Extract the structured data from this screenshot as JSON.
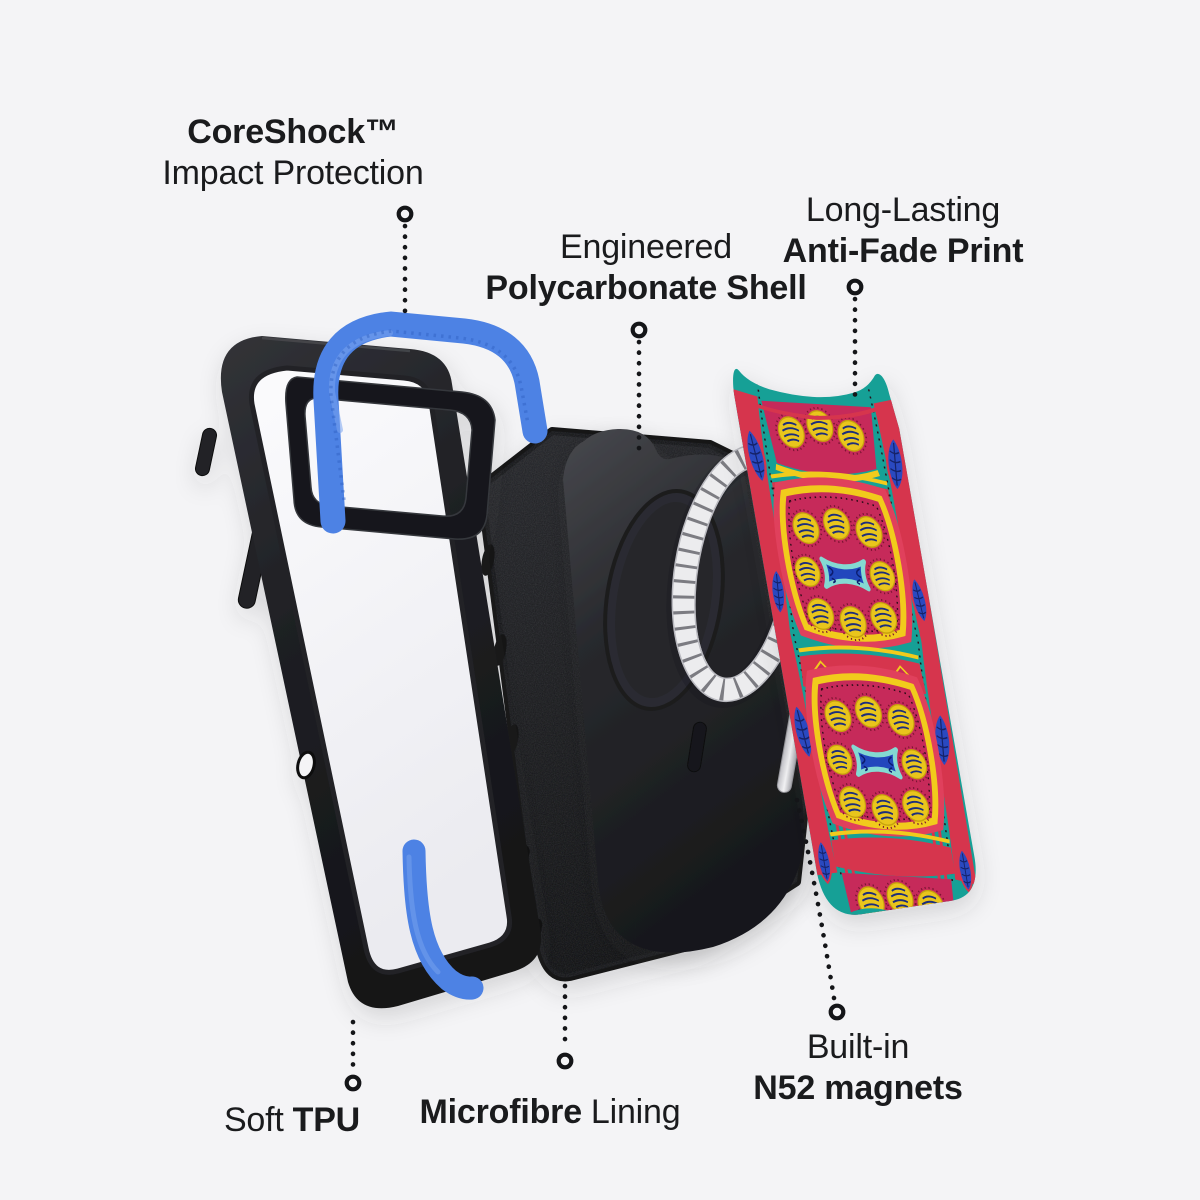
{
  "page": {
    "background": "#f4f4f6",
    "text_color": "#1a1b1d"
  },
  "labels": {
    "impact": {
      "bold": "CoreShock™",
      "regular": "Impact Protection"
    },
    "shell": {
      "regular": "Engineered",
      "bold": "Polycarbonate Shell"
    },
    "print": {
      "regular": "Long-Lasting",
      "bold": "Anti-Fade Print"
    },
    "tpu": {
      "regular": "Soft",
      "bold": "TPU"
    },
    "lining": {
      "bold": "Microfibre",
      "regular": "Lining"
    },
    "magnets": {
      "regular": "Built-in",
      "bold": "N52 magnets"
    }
  },
  "figure": {
    "parts": [
      {
        "id": "tpu-bumper-frame",
        "color": "#1e1f22",
        "accent_color": "#4d82e4"
      },
      {
        "id": "microfibre-lining",
        "color": "#17181b"
      },
      {
        "id": "polycarbonate-shell",
        "color": "#26272b"
      },
      {
        "id": "magsafe-ring",
        "color": "#f0f0f2"
      },
      {
        "id": "printed-back-plate",
        "palette": [
          "#17a096",
          "#d6354e",
          "#c6295a",
          "#f1cb1c",
          "#2147bd",
          "#84d9d2",
          "#5a3da6",
          "#132368"
        ]
      }
    ]
  }
}
